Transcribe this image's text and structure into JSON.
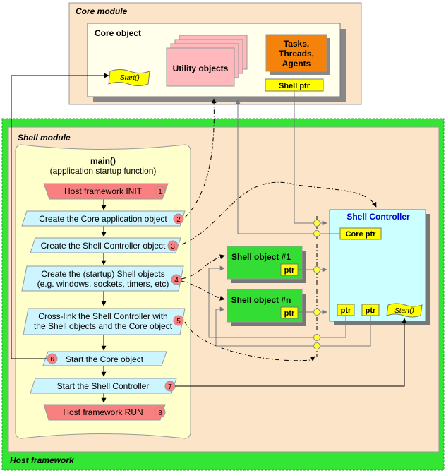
{
  "core_module": {
    "title": "Core module",
    "core_object": {
      "title": "Core object",
      "start_label": "Start()",
      "utility_label": "Utility objects",
      "tasks_line1": "Tasks,",
      "tasks_line2": "Threads,",
      "tasks_line3": "Agents",
      "shell_ptr_label": "Shell ptr"
    }
  },
  "host_framework": {
    "title": "Host framework"
  },
  "shell_module": {
    "title": "Shell module",
    "main_title": "main()",
    "main_subtitle": "(application startup function)",
    "steps": [
      {
        "label": "Host framework INIT",
        "num": "1"
      },
      {
        "label": "Create the Core application object",
        "num": "2"
      },
      {
        "label": "Create the Shell Controller object",
        "num": "3"
      },
      {
        "label_line1": "Create the (startup) Shell objects",
        "label_line2": "(e.g. windows, sockets, timers, etc)",
        "num": "4"
      },
      {
        "label_line1": "Cross-link the Shell Controller with",
        "label_line2": "the Shell objects and the Core object",
        "num": "5"
      },
      {
        "label": "Start the Core object",
        "num": "6"
      },
      {
        "label": "Start the Shell Controller",
        "num": "7"
      },
      {
        "label": "Host framework RUN",
        "num": "8"
      }
    ],
    "shell_objects": [
      {
        "title": "Shell object #1",
        "ptr_label": "ptr"
      },
      {
        "title": "Shell object #n",
        "ptr_label": "ptr"
      }
    ],
    "shell_controller": {
      "title": "Shell Controller",
      "core_ptr_label": "Core ptr",
      "ptr_labels": [
        "ptr",
        "ptr"
      ],
      "start_label": "Start()"
    }
  },
  "colors": {
    "core_module_bg": "#FCE4C8",
    "core_object_bg": "#FFFFEC",
    "utility_pink": "#FFB8BC",
    "tasks_orange": "#F5820A",
    "yellow": "#FFFF00",
    "host_green": "#33E633",
    "shell_module_bg": "#FCE4C8",
    "scroll_bg": "#FFFFCC",
    "step_blue": "#CCF5FF",
    "step_red": "#F88080",
    "num_circle": "#FF8080",
    "shell_obj_green": "#33DD33",
    "controller_bg": "#CCFFFF",
    "controller_title": "#0000CC",
    "junction": "#FFFF33"
  }
}
